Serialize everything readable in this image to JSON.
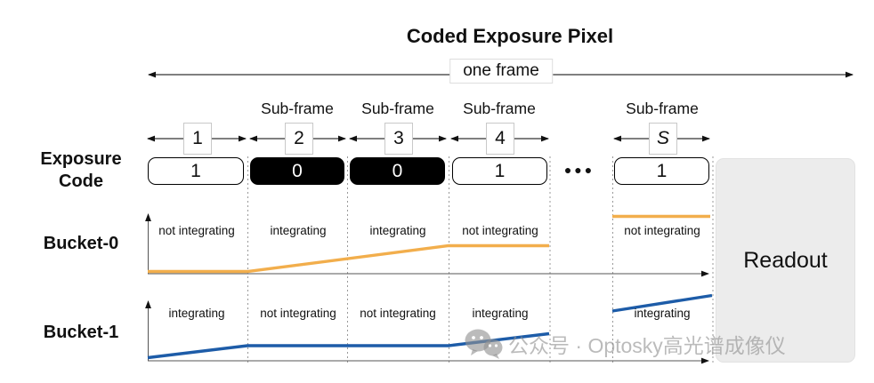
{
  "title": "Coded Exposure Pixel",
  "frame": {
    "label": "one frame"
  },
  "row_labels": {
    "exposure_line1": "Exposure",
    "exposure_line2": "Code",
    "bucket0": "Bucket-0",
    "bucket1": "Bucket-1"
  },
  "subframes": [
    {
      "header": "",
      "number": "1",
      "code": "1",
      "bucket0": "not integrating",
      "bucket1": "integrating"
    },
    {
      "header": "Sub-frame",
      "number": "2",
      "code": "0",
      "bucket0": "integrating",
      "bucket1": "not integrating"
    },
    {
      "header": "Sub-frame",
      "number": "3",
      "code": "0",
      "bucket0": "integrating",
      "bucket1": "not integrating"
    },
    {
      "header": "Sub-frame",
      "number": "4",
      "code": "1",
      "bucket0": "not integrating",
      "bucket1": "integrating"
    },
    {
      "header": "Sub-frame",
      "number": "S",
      "code": "1",
      "bucket0": "not integrating",
      "bucket1": "integrating"
    }
  ],
  "ellipsis": "●●●",
  "readout_label": "Readout",
  "watermark_text": "公众号 · Optosky高光谱成像仪",
  "colors": {
    "bucket0_line": "#F2AE4C",
    "bucket1_line": "#1D5CA8",
    "readout_bg": "#ECECEC",
    "code_black": "#000000",
    "watermark": "#919191"
  }
}
